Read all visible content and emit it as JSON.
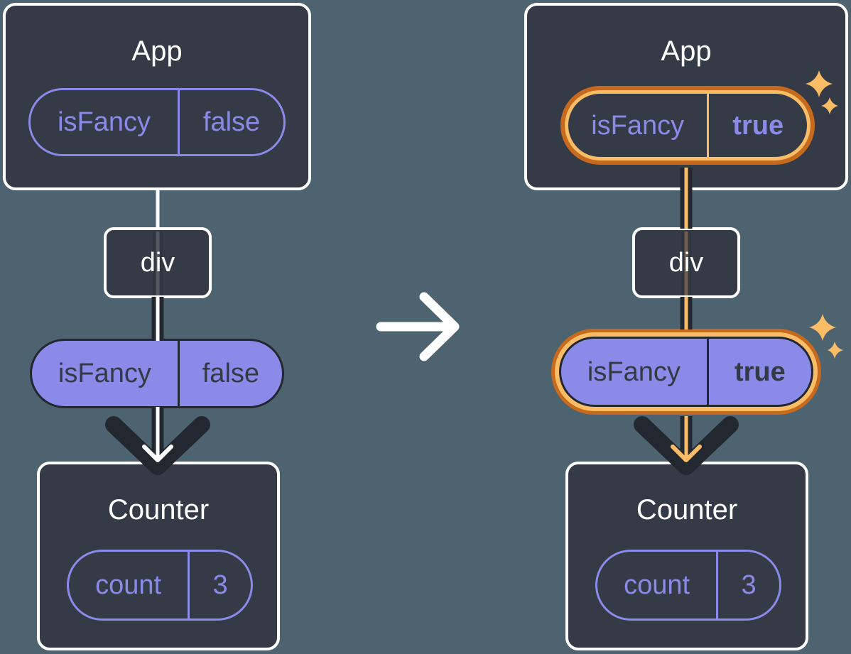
{
  "diagram": {
    "before": {
      "app": {
        "title": "App"
      },
      "app_prop": {
        "name": "isFancy",
        "value": "false"
      },
      "div": {
        "label": "div"
      },
      "passed_prop": {
        "name": "isFancy",
        "value": "false"
      },
      "counter": {
        "title": "Counter"
      },
      "counter_state": {
        "name": "count",
        "value": "3"
      }
    },
    "after": {
      "app": {
        "title": "App"
      },
      "app_prop": {
        "name": "isFancy",
        "value": "true"
      },
      "div": {
        "label": "div"
      },
      "passed_prop": {
        "name": "isFancy",
        "value": "true"
      },
      "counter": {
        "title": "Counter"
      },
      "counter_state": {
        "name": "count",
        "value": "3"
      }
    },
    "icons": {
      "transition_arrow": "right-arrow",
      "sparkles": "sparkle"
    },
    "colors": {
      "background": "#4D6470",
      "box_fill": "#343A46",
      "box_border": "#FFFFFF",
      "purple": "#8A8AE8",
      "dark_text_on_purple": "#333A45",
      "dark_arrow": "#23272F",
      "highlight_light": "#FABD66",
      "highlight_dark": "#C76A1E"
    }
  }
}
